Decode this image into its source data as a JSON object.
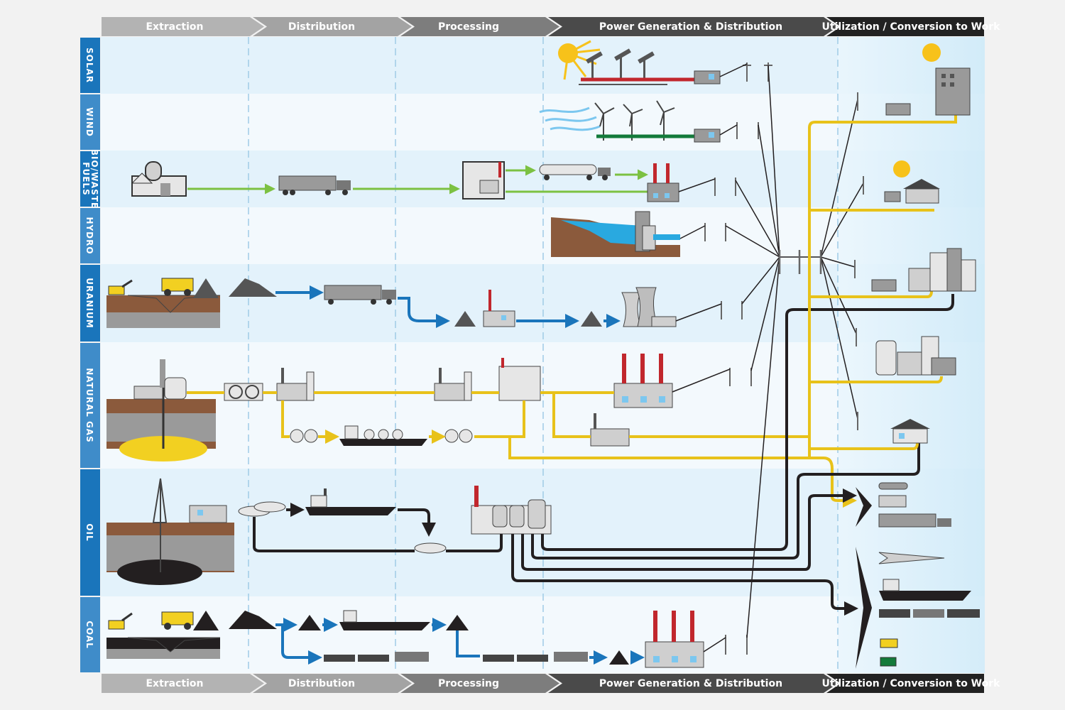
{
  "stages": [
    "Extraction",
    "Distribution",
    "Processing",
    "Power Generation & Distribution",
    "Utilization / Conversion to Work"
  ],
  "rows": [
    {
      "lines": [
        "SOLAR"
      ]
    },
    {
      "lines": [
        "WIND"
      ]
    },
    {
      "lines": [
        "BIO/WASTE",
        "FUELS"
      ]
    },
    {
      "lines": [
        "HYDRO"
      ]
    },
    {
      "lines": [
        "URANIUM"
      ]
    },
    {
      "lines": [
        "NATURAL GAS"
      ]
    },
    {
      "lines": [
        "OIL"
      ]
    },
    {
      "lines": [
        "COAL"
      ]
    }
  ],
  "colors": {
    "side_label": "#1a75bb",
    "bio_flow": "#7cc142",
    "uranium_flow": "#1a75bb",
    "gas_flow": "#f2d021",
    "oil_flow": "#231f20",
    "coal_flow": "#1a75bb",
    "solar_line": "#c1272d",
    "wind_line": "#137a3a"
  }
}
